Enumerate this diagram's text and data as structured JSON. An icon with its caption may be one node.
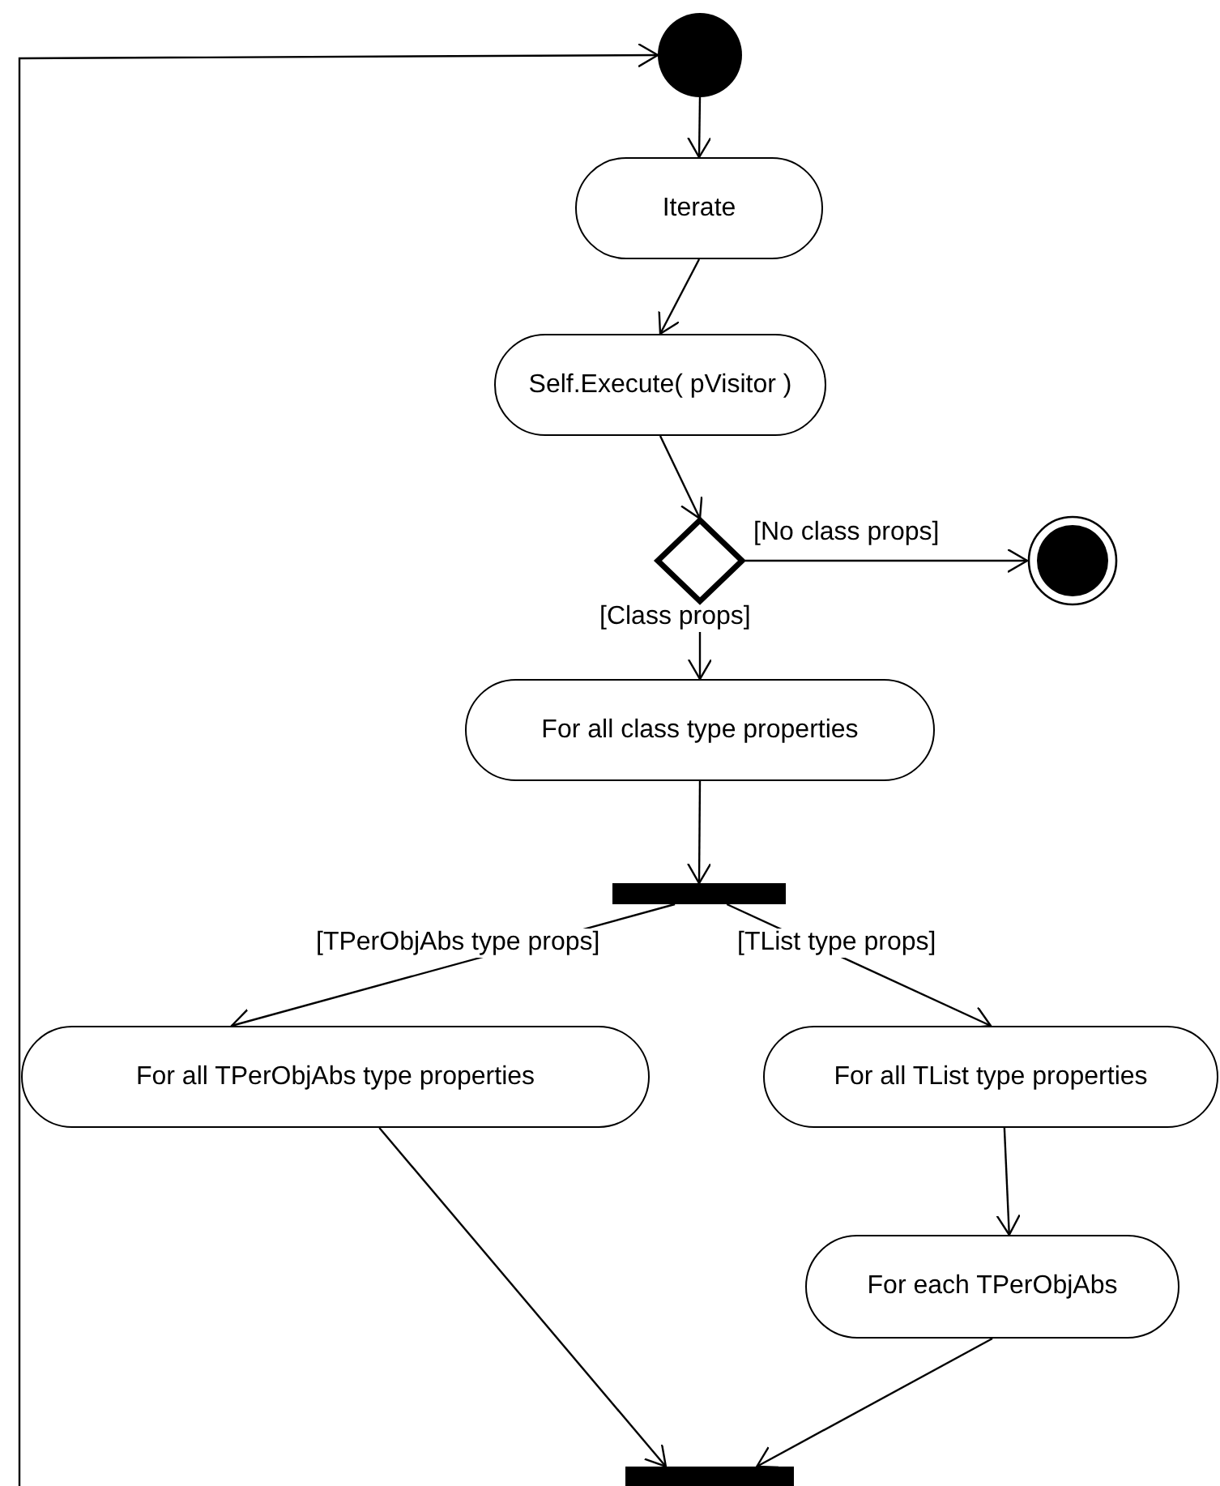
{
  "diagram": {
    "nodes": [
      {
        "text": [],
        "shape": "circle"
      },
      {
        "text": [
          "Iterate"
        ]
      },
      {
        "text": [
          "Self.Execute( pVisitor )"
        ]
      },
      {
        "text": [],
        "shape": "diamond"
      },
      {
        "text": [],
        "shape": "circle"
      },
      {
        "text": [
          "For all class type properties"
        ]
      },
      {
        "text": [],
        "shape": "bar"
      },
      {
        "text": [
          "For all TPerObjAbs type properties"
        ]
      },
      {
        "text": [
          "For all TList type properties"
        ]
      },
      {
        "text": [
          "For each TPerObjAbs"
        ]
      },
      {
        "text": [],
        "shape": "bar"
      }
    ],
    "edges": [
      {
        "from": null,
        "to": 0,
        "arrow": "to"
      },
      {
        "from": 0,
        "to": 1,
        "arrow": "to"
      },
      {
        "from": 1,
        "to": 2,
        "arrow": "to"
      },
      {
        "from": 2,
        "to": 3,
        "arrow": "to"
      },
      {
        "from": 3,
        "to": 4,
        "label": "[No class props]",
        "arrow": "to"
      },
      {
        "from": 3,
        "to": 5,
        "label": "[Class props]",
        "arrow": "to"
      },
      {
        "from": 5,
        "to": 6,
        "arrow": "to"
      },
      {
        "from": 6,
        "to": 7,
        "label": "[TPerObjAbs type props]",
        "arrow": "to"
      },
      {
        "from": 6,
        "to": 8,
        "label": "[TList type props]",
        "arrow": "to"
      },
      {
        "from": 8,
        "to": 9,
        "arrow": "to"
      },
      {
        "from": 7,
        "to": 10,
        "arrow": "to"
      },
      {
        "from": 9,
        "to": 10,
        "arrow": "to"
      }
    ]
  }
}
